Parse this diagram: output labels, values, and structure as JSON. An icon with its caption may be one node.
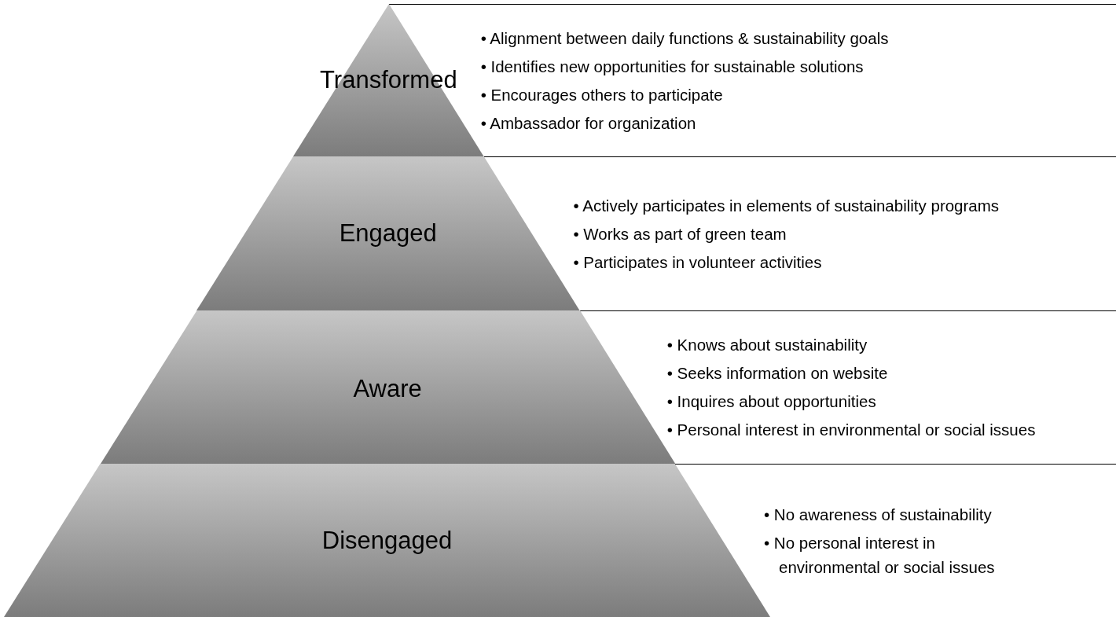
{
  "diagram": {
    "nodes": [
      {
        "text": [
          "Transformed"
        ]
      },
      {
        "text": [
          "• Alignment between daily functions & sustainability goals",
          "• Identifies new opportunities for sustainable solutions",
          "• Encourages others to participate",
          "• Ambassador for organization"
        ]
      },
      {
        "text": [
          "Engaged"
        ]
      },
      {
        "text": [
          "• Actively participates in elements of sustainability programs",
          "• Works as part of green team",
          "• Participates in volunteer activities"
        ]
      },
      {
        "text": [
          "Aware"
        ]
      },
      {
        "text": [
          "• Knows about sustainability",
          "• Seeks information on website",
          "• Inquires about opportunities",
          "• Personal interest in environmental or social issues"
        ]
      },
      {
        "text": [
          "Disengaged"
        ]
      },
      {
        "text": [
          "• No awareness of sustainability",
          "• No personal interest in environmental or social issues"
        ]
      }
    ]
  }
}
